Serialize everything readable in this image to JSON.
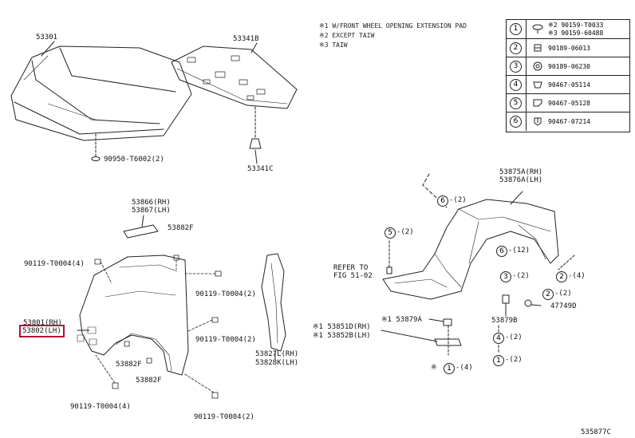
{
  "notes": [
    "※1 W/FRONT WHEEL OPENING EXTENSION PAD",
    "※2 EXCEPT TAIW",
    "※3 TAIW"
  ],
  "legend": [
    {
      "num": "1",
      "parts": [
        "※2 90159-T0033",
        "※3 90159-60488"
      ],
      "icon": "push-clip-icon"
    },
    {
      "num": "2",
      "parts": [
        "90189-06013"
      ],
      "icon": "screw-grommet-icon"
    },
    {
      "num": "3",
      "parts": [
        "90189-06230"
      ],
      "icon": "nut-grommet-icon"
    },
    {
      "num": "4",
      "parts": [
        "90467-05114"
      ],
      "icon": "clip-icon"
    },
    {
      "num": "5",
      "parts": [
        "90467-05128"
      ],
      "icon": "retainer-clip-icon"
    },
    {
      "num": "6",
      "parts": [
        "90467-07214"
      ],
      "icon": "fastener-clip-icon"
    }
  ],
  "labels": {
    "hood": "53301",
    "hood_insulator": "53341B",
    "insulator_clip": "53341C",
    "hood_cushion": "90950-T6002(2)",
    "seal_rh": "53866(RH)",
    "seal_lh": "53867(LH)",
    "clip_882f_top": "53882F",
    "bolt_top_left": "90119-T0004(4)",
    "bolt_mid_right": "90119-T0004(2)",
    "fender_rh": "53801(RH)",
    "fender_lh": "53802(LH)",
    "bolt_lower_right": "90119-T0004(2)",
    "clip_882f_mid": "53882F",
    "clip_882f_low": "53882F",
    "bolt_bottom_left": "90119-T0004(4)",
    "bolt_bottom_right": "90119-T0004(2)",
    "liner_ext_rh": "53827L(RH)",
    "liner_ext_lh": "53828K(LH)",
    "liner_rh": "53875A(RH)",
    "liner_lh": "53876A(LH)",
    "ref_refer": "REFER TO",
    "ref_fig": "FIG 51-02",
    "pad_879a": "※1 53879A",
    "pad_rh": "※1 53851D(RH)",
    "pad_lh": "※1 53852B(LH)",
    "pad_879b": "53879B",
    "grommet": "47749D",
    "fig_code": "535877C"
  },
  "callouts": {
    "c6_top": "6",
    "c6_top_qty": "-(2)",
    "c5": "5",
    "c5_qty": "-(2)",
    "c6_mid": "6",
    "c6_mid_qty": "-(12)",
    "c3": "3",
    "c3_qty": "-(2)",
    "c2a": "2",
    "c2a_qty": "-(2)",
    "c2b": "2",
    "c2b_qty": "-(4)",
    "c4": "4",
    "c4_qty": "-(2)",
    "c1a": "1",
    "c1a_qty": "-(2)",
    "c1b_prefix": "※",
    "c1b": "1",
    "c1b_qty": "-(4)"
  }
}
